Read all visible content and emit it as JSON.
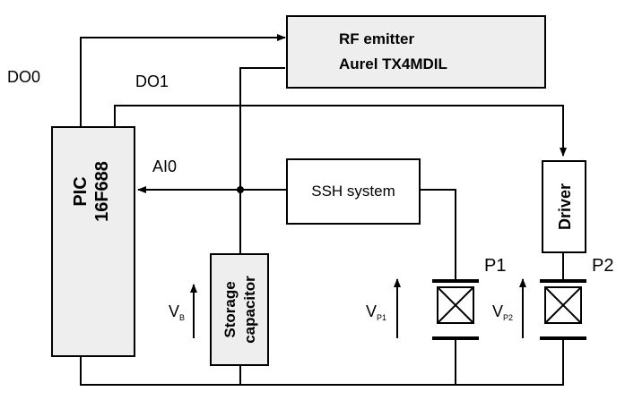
{
  "rf_emitter": {
    "line1": "RF emitter",
    "line2": "Aurel TX4MDIL"
  },
  "pic": {
    "line1": "PIC",
    "line2": "16F688"
  },
  "ssh": {
    "label": "SSH system"
  },
  "driver": {
    "label": "Driver"
  },
  "storage": {
    "line1": "Storage",
    "line2": "capacitor"
  },
  "signals": {
    "do0": "DO0",
    "do1": "DO1",
    "ai0": "AI0"
  },
  "piezos": {
    "p1": "P1",
    "p2": "P2"
  },
  "voltages": {
    "vb": {
      "main": "V",
      "sub": "B"
    },
    "vp1": {
      "main": "V",
      "sub": "P1"
    },
    "vp2": {
      "main": "V",
      "sub": "P2"
    }
  }
}
